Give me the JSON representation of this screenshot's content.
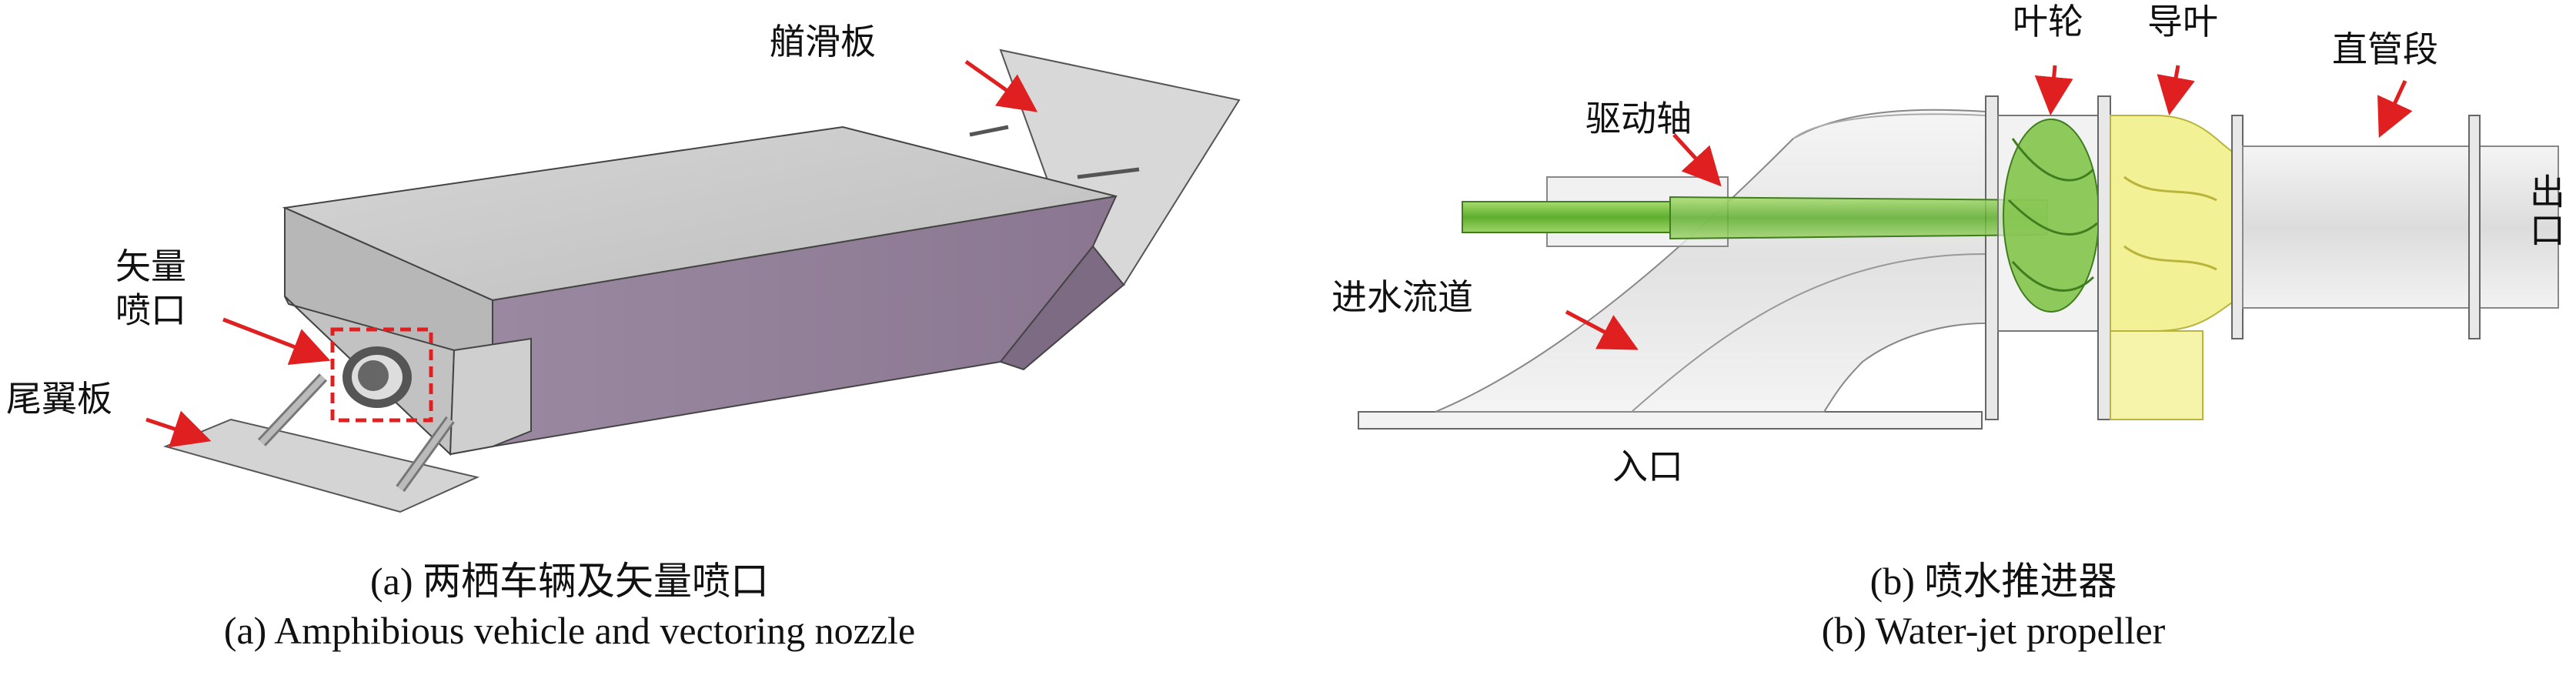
{
  "panel_a": {
    "labels": {
      "planing_board": "艏滑板",
      "nozzle_line1": "矢量",
      "nozzle_line2": "喷口",
      "tail_board": "尾翼板"
    },
    "caption_cn": "(a) 两栖车辆及矢量喷口",
    "caption_en": "(a) Amphibious vehicle and vectoring nozzle"
  },
  "panel_b": {
    "labels": {
      "impeller": "叶轮",
      "guide_vane": "导叶",
      "straight_pipe": "直管段",
      "drive_shaft": "驱动轴",
      "outlet": "出口",
      "inlet_duct": "进水流道",
      "inlet": "入口"
    },
    "caption_cn": "(b) 喷水推进器",
    "caption_en": "(b) Water-jet propeller"
  },
  "colors": {
    "arrow": "#e02020",
    "hull_top": "#c9c9c9",
    "hull_side": "#8e7b93",
    "impeller_green": "#7cc242",
    "vane_yellow": "#f2f08a"
  }
}
